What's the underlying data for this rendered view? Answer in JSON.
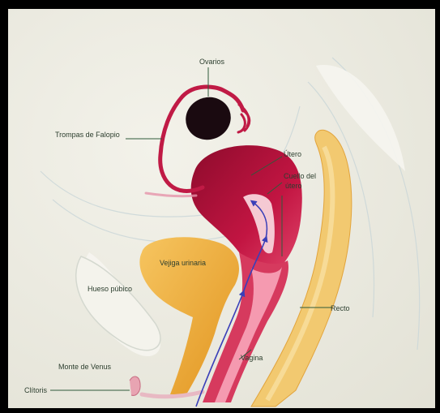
{
  "labels": {
    "ovarios": "Ovarios",
    "trompas": "Trompas de Falopio",
    "utero": "Útero",
    "cuello_line1": "Cuello del",
    "cuello_line2": "útero",
    "vejiga": "Vejiga urinaria",
    "hueso": "Hueso púbico",
    "recto": "Recto",
    "vagina": "Vagina",
    "monte": "Monte de Venus",
    "clitoris": "Clítoris"
  },
  "colors": {
    "background": "#ecebe3",
    "uterus": "#b8103a",
    "ovary": "#1a0a10",
    "bladder": "#f0b23e",
    "rectum": "#f0c66a",
    "arrow": "#3a3fb8",
    "label_line": "#2f5a3a"
  },
  "icons": {
    "arrow": "sperm-path-arrow"
  }
}
